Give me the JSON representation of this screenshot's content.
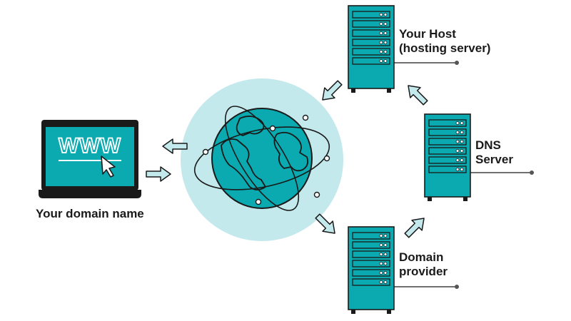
{
  "laptop": {
    "screen_text": "WWW",
    "caption": "Your domain name"
  },
  "nodes": {
    "host": "Your Host\n(hosting server)",
    "dns": "DNS\nServer",
    "provider": "Domain\nprovider"
  },
  "colors": {
    "teal": "#0aaab0",
    "outline": "#1a1a1a",
    "circle_bg": "#c4e9ed",
    "arrow_fill": "#c4e9ed"
  }
}
